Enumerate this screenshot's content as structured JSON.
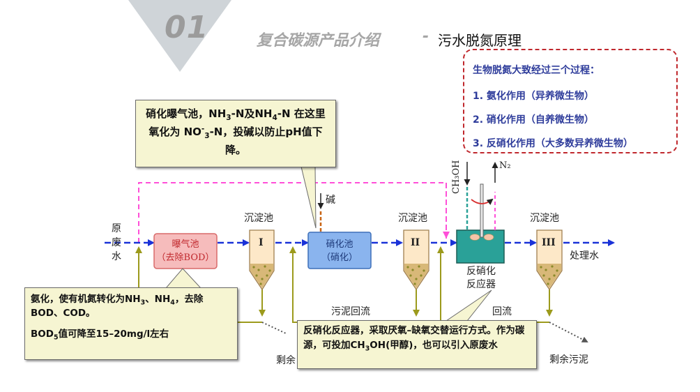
{
  "slide": {
    "number": "01",
    "title_main": "复合碳源产品介绍",
    "title_dash": "-",
    "title_sub": "污水脱氮原理"
  },
  "info_box": {
    "heading": "生物脱氮大致经过三个过程：",
    "items": [
      "1. 氨化作用（异养微生物）",
      "2. 硝化作用（自养微生物）",
      "3. 反硝化作用（大多数异养微生物）"
    ]
  },
  "callouts": {
    "nitrification_runs": [
      {
        "t": "硝化曝气池，NH"
      },
      {
        "t": "3",
        "s": "sub"
      },
      {
        "t": "-N及NH"
      },
      {
        "t": "4",
        "s": "sub"
      },
      {
        "t": "-N 在这里氧化为 NO"
      },
      {
        "t": "-",
        "s": "sup"
      },
      {
        "t": "3",
        "s": "sub"
      },
      {
        "t": "-N，投碱以防止pH值下降。"
      }
    ],
    "ammonification_line1_runs": [
      {
        "t": "氨化，使有机氮转化为NH"
      },
      {
        "t": "3",
        "s": "sub"
      },
      {
        "t": "、NH"
      },
      {
        "t": "4",
        "s": "sub"
      },
      {
        "t": "，去除BOD、COD。"
      }
    ],
    "ammonification_line2_runs": [
      {
        "t": "BOD"
      },
      {
        "t": "5",
        "s": "sub"
      },
      {
        "t": "值可降至15–20mg/l左右"
      }
    ],
    "denitrification_runs": [
      {
        "t": "反硝化反应器，采取厌氧–缺氧交替运行方式。作为碳源，可投加CH"
      },
      {
        "t": "3",
        "s": "sub"
      },
      {
        "t": "OH(甲醇)，也可以引入原废水"
      }
    ]
  },
  "diagram": {
    "raw_water": "原废水",
    "aeration_tank": "曝气池",
    "aeration_tank_note": "（去除BOD）",
    "settler_label": "沉淀池",
    "settler_I": "I",
    "settler_II": "II",
    "settler_III": "III",
    "nitrification_tank": "硝化池",
    "nitrification_tank_note": "（硝化）",
    "alkali": "碱",
    "denit_reactor_line1": "反硝化",
    "denit_reactor_line2": "反应器",
    "methanol": "CH₃OH",
    "nitrogen_gas": "N₂",
    "treated_water": "处理水",
    "sludge_return": "污泥回流",
    "sludge_return_partial": "回流",
    "excess_sludge": "剩余污泥",
    "excess_sludge_partial": "剩余"
  },
  "colors": {
    "flow_arrow": "#1a32d8",
    "return_line": "#9c9a1c",
    "pink_dash": "#ff4fd8",
    "alkali_line": "#c86414",
    "aeration_fill": "#f6bcbc",
    "nitrification_fill": "#8ab4ee",
    "reactor_fill": "#2aa198",
    "sludge_dots": "#8a8a2a",
    "info_text": "#2e3c9b",
    "info_border": "#c0282d",
    "callout_fill": "#f6f5d2"
  }
}
